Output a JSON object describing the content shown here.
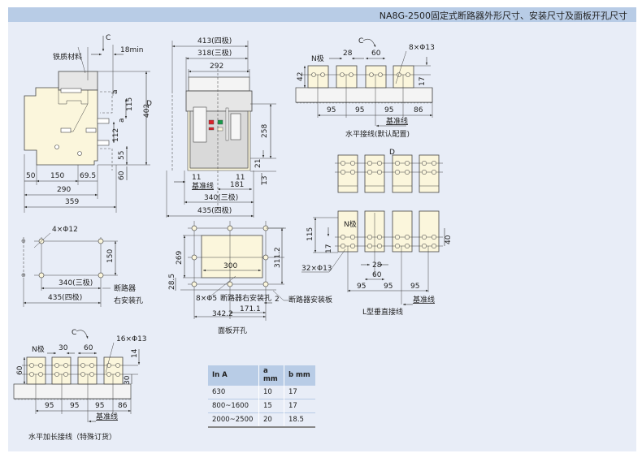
{
  "header": {
    "title": "NA8G-2500固定式断路器外形尺寸、安装尺寸及面板开孔尺寸"
  },
  "side_view": {
    "label_material": "铁质材料",
    "label_c": "C",
    "label_d": "D",
    "dim_18min": "18min",
    "dim_a_top": "a",
    "dim_115": "115",
    "dim_a_mid": "a",
    "dim_402": "402",
    "dim_112": "112",
    "dim_55": "55",
    "dim_60": "60",
    "dim_50": "50",
    "dim_150": "150",
    "dim_69_5": "69.5",
    "dim_290": "290",
    "dim_359": "359"
  },
  "front_view": {
    "dim_413": "413(四极)",
    "dim_318": "318(三极)",
    "dim_292": "292",
    "dim_258": "258",
    "dim_21": "21",
    "dim_13": "13",
    "dim_11_left": "11",
    "dim_11_right": "11",
    "dim_181": "181",
    "baseline": "基准线",
    "dim_340": "340(三极)",
    "dim_435": "435(四极)",
    "indicator_colors": {
      "red": "#d9232b",
      "green": "#1a9a4a",
      "cream": "#fbf6dc"
    }
  },
  "horizontal_wiring": {
    "label_c": "C",
    "label_n_pole": "N极",
    "dim_28": "28",
    "dim_60": "60",
    "holes": "8×Φ13",
    "dim_42": "42",
    "dim_17": "17",
    "spacing": [
      "95",
      "95",
      "95",
      "86"
    ],
    "baseline": "基准线",
    "caption": "水平接线(默认配置)"
  },
  "vertical_wiring": {
    "label_d": "D",
    "label_n_pole": "N极",
    "dim_115": "115",
    "dim_17": "17",
    "dim_40": "40",
    "holes": "32×Φ13",
    "dim_28": "28",
    "dim_60": "60",
    "spacing": [
      "95",
      "95",
      "95"
    ],
    "baseline": "基准线",
    "caption": "L型垂直接线"
  },
  "mount_holes": {
    "holes": "4×Φ12",
    "dim_150": "150",
    "dim_340": "340(三极)",
    "dim_435": "435(四极)",
    "label_line1": "断路器",
    "label_line2": "右安装孔"
  },
  "panel_cutout": {
    "dim_269": "269",
    "dim_311_2": "311.2",
    "dim_300": "300",
    "dim_28_5": "28.5",
    "holes": "8×Φ5",
    "label_right_hole": "断路器右安装孔",
    "dim_2": "2",
    "label_plate": "断路器安装板",
    "dim_171_1": "171.1",
    "dim_342_2": "342.2",
    "caption": "面板开孔"
  },
  "extended_wiring": {
    "label_c": "C",
    "label_n_pole": "N极",
    "dim_30": "30",
    "dim_60": "60",
    "holes": "16×Φ13",
    "dim_14": "14",
    "dim_60_left": "60",
    "dim_30_right": "30",
    "spacing": [
      "95",
      "95",
      "95",
      "86"
    ],
    "baseline": "基准线",
    "caption": "水平加长接线（特殊订货）"
  },
  "spec_table": {
    "headers": [
      "In A",
      "a mm",
      "b mm"
    ],
    "rows": [
      [
        "630",
        "10",
        "17"
      ],
      [
        "800~1600",
        "15",
        "17"
      ],
      [
        "2000~2500",
        "20",
        "18.5"
      ]
    ]
  }
}
